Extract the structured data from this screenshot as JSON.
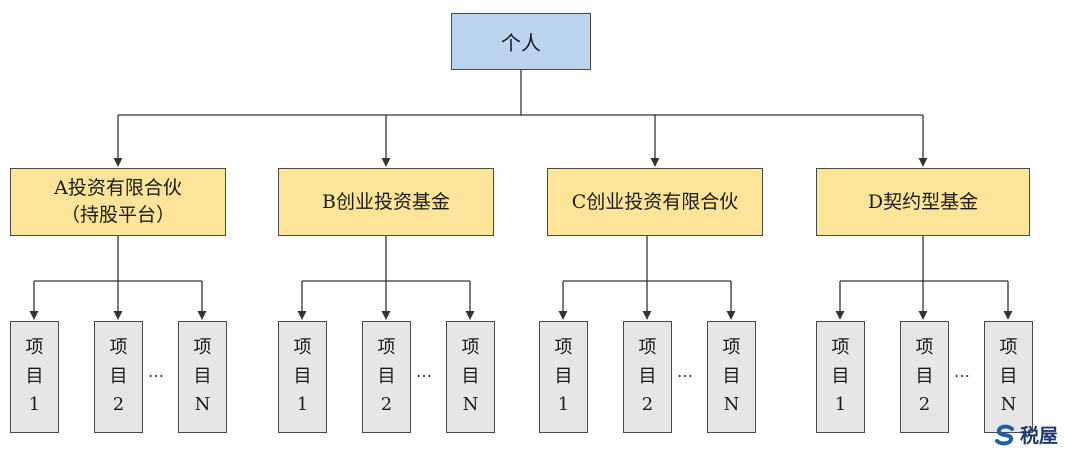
{
  "root": {
    "label": "个人"
  },
  "funds": [
    {
      "line1": "A投资有限合伙",
      "line2": "（持股平台）"
    },
    {
      "line1": "B创业投资基金",
      "line2": ""
    },
    {
      "line1": "C创业投资有限合伙",
      "line2": ""
    },
    {
      "line1": "D契约型基金",
      "line2": ""
    }
  ],
  "project": {
    "line1": "项",
    "line2": "目",
    "ids": [
      "1",
      "2",
      "N"
    ]
  },
  "ellipsis": "…",
  "watermark": {
    "text": "税屋",
    "icon": "s-logo-icon"
  },
  "colors": {
    "root_fill": "#bdd4ee",
    "fund_fill": "#fce598",
    "project_fill": "#e6e6e6"
  }
}
